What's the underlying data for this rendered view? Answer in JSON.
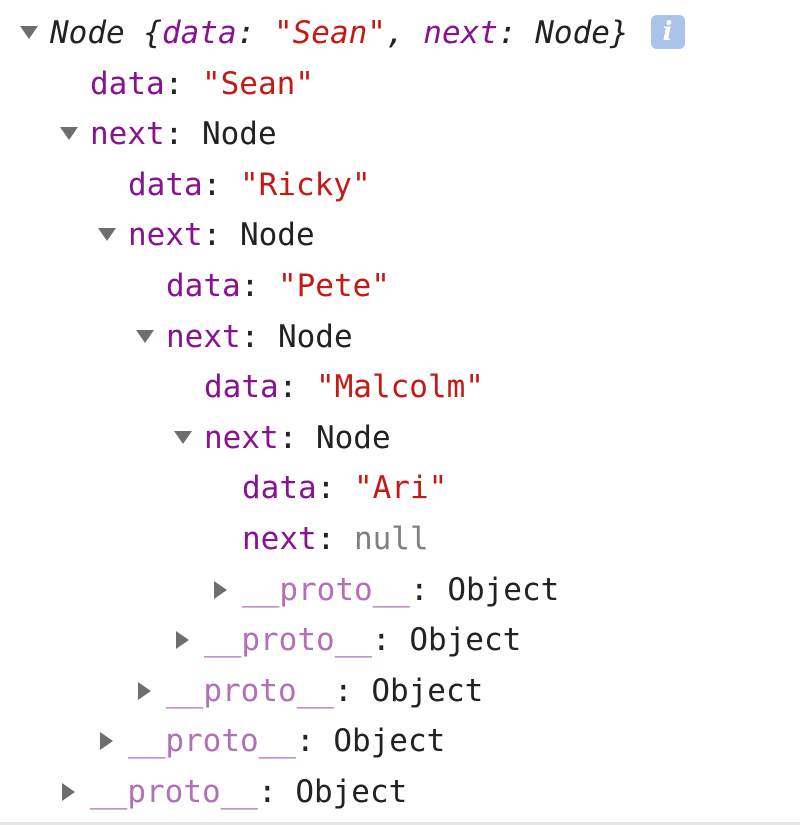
{
  "summary": {
    "prefix": "Node {",
    "data_key": "data",
    "data_value": "\"Sean\"",
    "sep": ", ",
    "next_key": "next",
    "next_value": "Node",
    "suffix": "}",
    "info_badge": "i"
  },
  "rows": [
    {
      "kind": "prop",
      "depth": 0,
      "key": "data",
      "value": "\"Sean\"",
      "value_type": "string"
    },
    {
      "kind": "expanded",
      "depth": 0,
      "key": "next",
      "value": "Node"
    },
    {
      "kind": "prop",
      "depth": 1,
      "key": "data",
      "value": "\"Ricky\"",
      "value_type": "string"
    },
    {
      "kind": "expanded",
      "depth": 1,
      "key": "next",
      "value": "Node"
    },
    {
      "kind": "prop",
      "depth": 2,
      "key": "data",
      "value": "\"Pete\"",
      "value_type": "string"
    },
    {
      "kind": "expanded",
      "depth": 2,
      "key": "next",
      "value": "Node"
    },
    {
      "kind": "prop",
      "depth": 3,
      "key": "data",
      "value": "\"Malcolm\"",
      "value_type": "string"
    },
    {
      "kind": "expanded",
      "depth": 3,
      "key": "next",
      "value": "Node"
    },
    {
      "kind": "prop",
      "depth": 4,
      "key": "data",
      "value": "\"Ari\"",
      "value_type": "string"
    },
    {
      "kind": "prop",
      "depth": 4,
      "key": "next",
      "value": "null",
      "value_type": "null"
    },
    {
      "kind": "proto",
      "depth": 4,
      "key": "__proto__",
      "value": "Object"
    },
    {
      "kind": "proto",
      "depth": 3,
      "key": "__proto__",
      "value": "Object"
    },
    {
      "kind": "proto",
      "depth": 2,
      "key": "__proto__",
      "value": "Object"
    },
    {
      "kind": "proto",
      "depth": 1,
      "key": "__proto__",
      "value": "Object"
    },
    {
      "kind": "proto",
      "depth": 0,
      "key": "__proto__",
      "value": "Object"
    }
  ],
  "colors": {
    "key": "#881391",
    "proto_key": "#b171b6",
    "string": "#c41a16",
    "null": "#808080",
    "text": "#222222",
    "arrow": "#6e6e6e",
    "info_badge_bg": "#a9c3ea"
  },
  "icons": {
    "expanded": "triangle-down-icon",
    "collapsed": "triangle-right-icon",
    "info": "info-icon"
  }
}
